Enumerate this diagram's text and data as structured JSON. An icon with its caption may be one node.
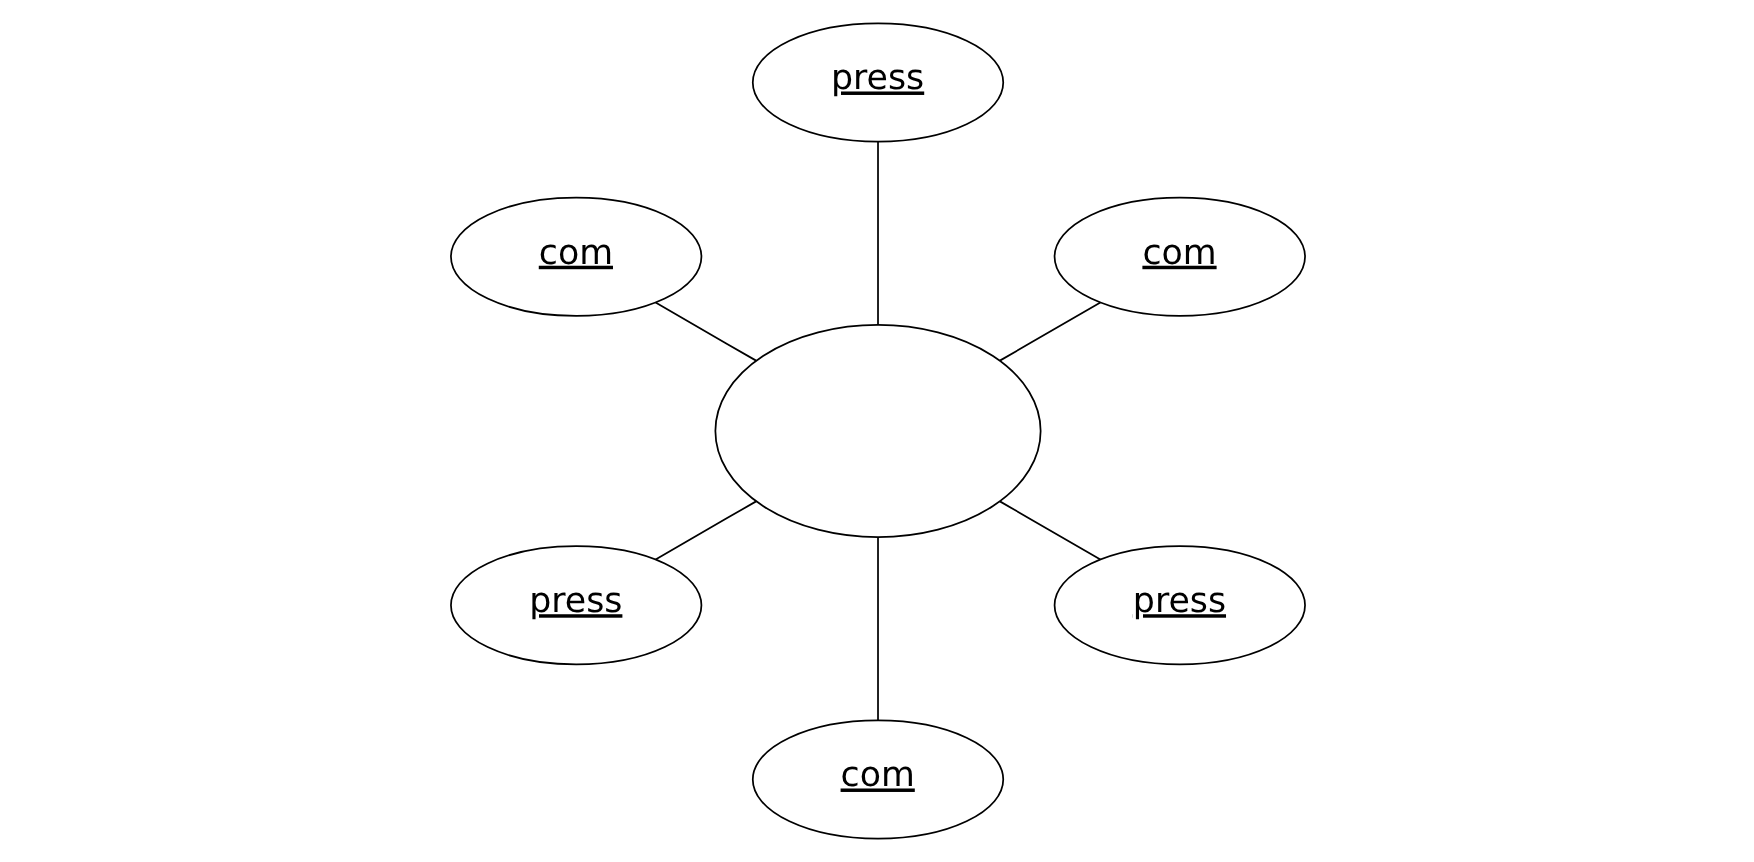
{
  "diagram": {
    "nodes": [
      {
        "text": [
          "com"
        ]
      },
      {
        "text": [
          "press"
        ]
      },
      {
        "text": [
          "com"
        ]
      },
      {
        "text": [],
        "shape": "ellipse"
      },
      {
        "text": [
          "press"
        ]
      },
      {
        "text": [
          "com"
        ]
      },
      {
        "text": [
          "press"
        ]
      }
    ],
    "edges": [
      {
        "from": 3,
        "to": 0,
        "arrow": "none"
      },
      {
        "from": 3,
        "to": 1,
        "arrow": "none"
      },
      {
        "from": 3,
        "to": 2,
        "arrow": "none"
      },
      {
        "from": 3,
        "to": 4,
        "arrow": "none"
      },
      {
        "from": 3,
        "to": 5,
        "arrow": "none"
      },
      {
        "from": 3,
        "to": 6,
        "arrow": "none"
      }
    ]
  }
}
